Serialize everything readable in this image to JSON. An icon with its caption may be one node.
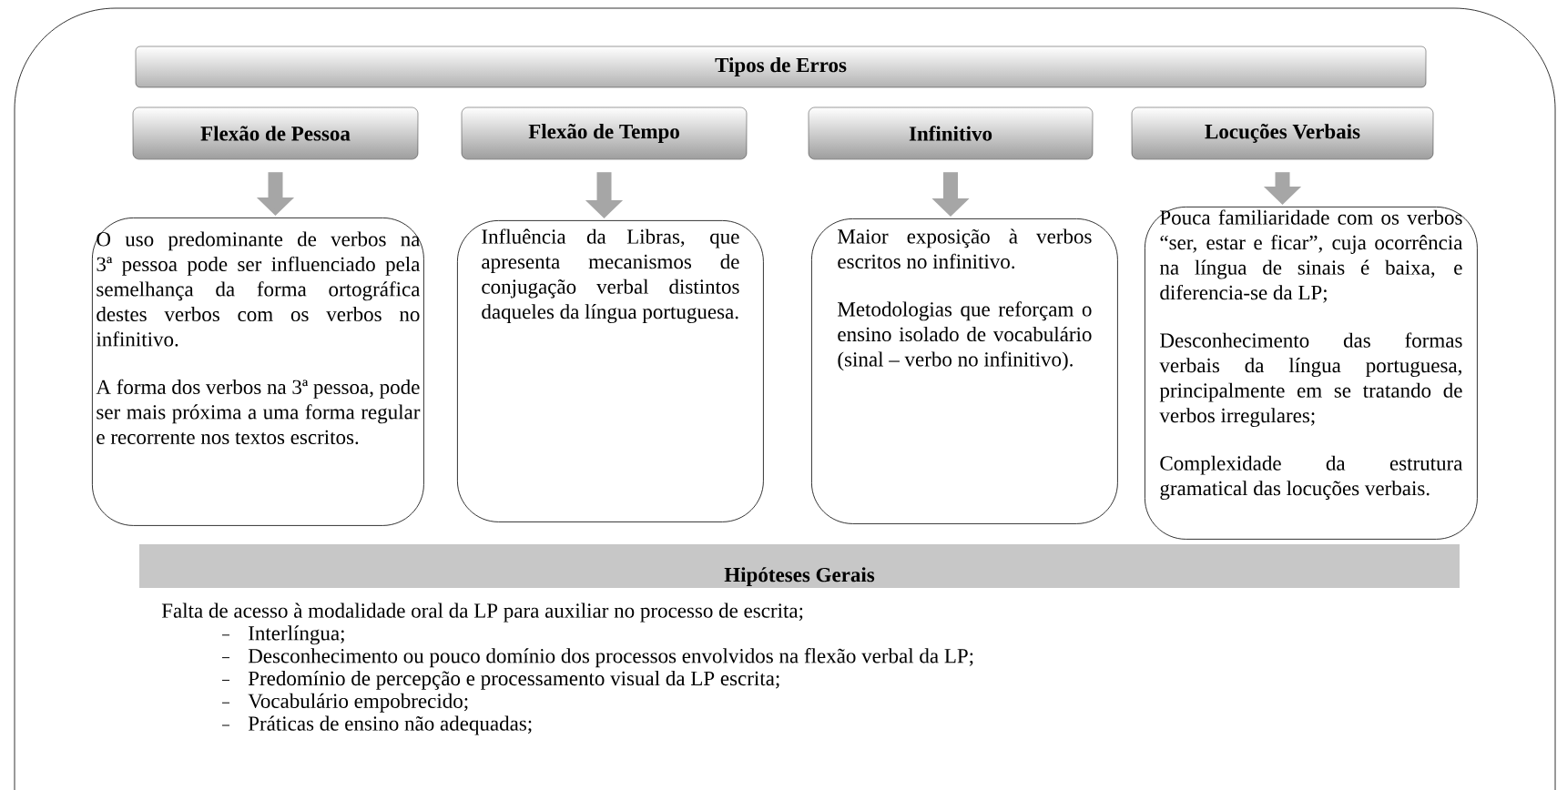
{
  "diagram": {
    "nodes": [
      {
        "text": [
          "Tipos de Erros"
        ]
      },
      {
        "text": [
          "Flexão de Pessoa"
        ]
      },
      {
        "text": [
          "Flexão de Tempo"
        ]
      },
      {
        "text": [
          "Infinitivo"
        ]
      },
      {
        "text": [
          "Locuções Verbais"
        ]
      },
      {
        "text": [
          "O uso predominante de verbos na 3ª pessoa pode ser influenciado pela semelhança da forma ortográfica destes verbos com os verbos no infinitivo.",
          "A forma dos verbos na 3ª pessoa, pode ser mais próxima a uma forma regular e recorrente nos textos escritos."
        ]
      },
      {
        "text": [
          "Influência da Libras, que apresenta mecanismos de conjugação verbal distintos daqueles da língua portuguesa."
        ]
      },
      {
        "text": [
          "Maior exposição à verbos escritos no infinitivo.",
          "Metodologias que reforçam o ensino isolado de vocabulário (sinal – verbo no infinitivo)."
        ]
      },
      {
        "text": [
          "Pouca familiaridade com os verbos “ser, estar e ficar”, cuja ocorrência na língua de sinais é baixa, e diferencia-se da LP;",
          "Desconhecimento das formas verbais da língua portuguesa, principalmente em se tratando de verbos irregulares;",
          "Complexidade da estrutura gramatical das locuções verbais."
        ]
      },
      {
        "text": [
          "Hipóteses Gerais"
        ]
      }
    ],
    "edges": [
      {
        "from": 1,
        "to": 5,
        "arrow": "to"
      },
      {
        "from": 2,
        "to": 6,
        "arrow": "to"
      },
      {
        "from": 3,
        "to": 7,
        "arrow": "to"
      },
      {
        "from": 4,
        "to": 8,
        "arrow": "to"
      }
    ],
    "labels": [
      "Falta de acesso à modalidade oral da LP para auxiliar no processo de escrita;",
      "Interlíngua;",
      "Desconhecimento ou pouco domínio dos processos envolvidos na flexão verbal da LP;",
      "Predomínio de percepção e processamento visual da LP escrita;",
      "Vocabulário empobrecido;",
      "Práticas de ensino não adequadas;"
    ]
  }
}
